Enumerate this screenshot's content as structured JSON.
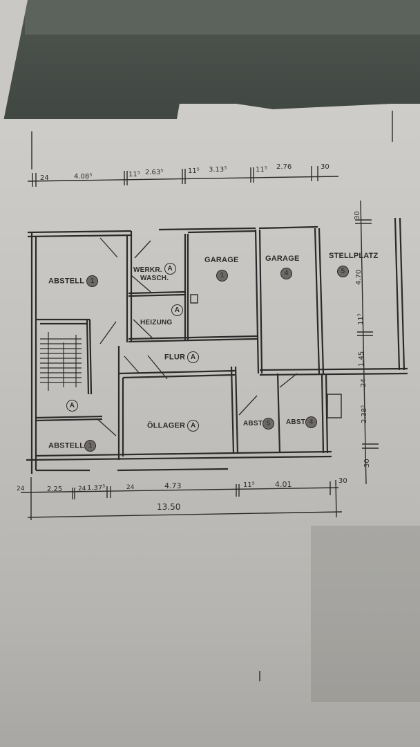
{
  "plan": {
    "type": "floor plan (photographed paper copy)",
    "overall_width": "13.50",
    "dimensions_top": [
      "24",
      "4.08⁵",
      "11⁵",
      "2.63⁵",
      "11⁵",
      "3.13⁵",
      "11⁵",
      "2.76",
      "30"
    ],
    "dimensions_bottom": [
      "24",
      "2.25",
      "24",
      "1.37⁵",
      "24",
      "4.73",
      "11⁵",
      "4.01",
      "30"
    ],
    "dimensions_right": [
      "30",
      "4.70",
      "11⁵",
      "1.45",
      "24",
      "2.38⁵",
      "30"
    ],
    "rooms": [
      {
        "name": "ABSTELL",
        "tag": "1",
        "tag_style": "filled"
      },
      {
        "name": "WERKR.",
        "name2": "WASCH.",
        "tag": "A",
        "tag_style": "outline"
      },
      {
        "name": "HEIZUNG",
        "tag": "A",
        "tag_style": "outline"
      },
      {
        "name": "GARAGE",
        "tag": "1",
        "tag_style": "filled"
      },
      {
        "name": "GARAGE",
        "tag": "4",
        "tag_style": "filled"
      },
      {
        "name": "STELLPLATZ",
        "tag": "5",
        "tag_style": "filled"
      },
      {
        "name": "FLUR",
        "tag": "A",
        "tag_style": "outline"
      },
      {
        "name": "",
        "tag": "A",
        "tag_style": "outline"
      },
      {
        "name": "ÖLLAGER",
        "tag": "A",
        "tag_style": "outline"
      },
      {
        "name": "ABSTELL",
        "tag": "1",
        "tag_style": "filled"
      },
      {
        "name": "ABST",
        "tag": "5",
        "tag_style": "filled"
      },
      {
        "name": "ABST",
        "tag": "4",
        "tag_style": "filled"
      }
    ],
    "colors": {
      "ink": "#2a2a2a",
      "paper": "#cfcdc9",
      "background": "#4a514c"
    }
  }
}
